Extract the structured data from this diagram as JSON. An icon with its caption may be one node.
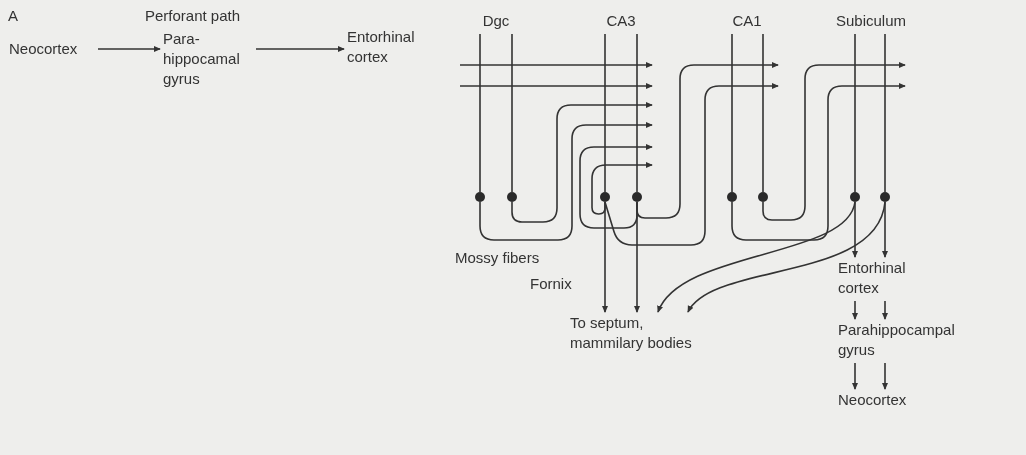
{
  "diagram": {
    "nodes": [
      {
        "text": [
          "Neocortex"
        ]
      },
      {
        "text": [
          "Para- hippocamal gyrus"
        ]
      },
      {
        "text": [
          "Entorhinal cortex"
        ]
      },
      {
        "text": [
          "Dgc"
        ]
      },
      {
        "text": [
          "CA3"
        ]
      },
      {
        "text": [
          "CA1"
        ]
      },
      {
        "text": [
          "Subiculum"
        ]
      },
      {
        "text": [],
        "shape": "circle"
      },
      {
        "text": [],
        "shape": "circle"
      },
      {
        "text": [],
        "shape": "circle"
      },
      {
        "text": [],
        "shape": "circle"
      },
      {
        "text": [],
        "shape": "circle"
      },
      {
        "text": [],
        "shape": "circle"
      },
      {
        "text": [],
        "shape": "circle"
      },
      {
        "text": [],
        "shape": "circle"
      },
      {
        "text": [
          "To septum, mammilary bodies"
        ]
      },
      {
        "text": [
          "Entorhinal cortex"
        ]
      },
      {
        "text": [
          "Parahippocampal gyrus"
        ]
      },
      {
        "text": [
          "Neocortex"
        ]
      }
    ],
    "edges": [
      {
        "from": 0,
        "to": 1,
        "arrow": "to"
      },
      {
        "from": 1,
        "to": 2,
        "arrow": "to"
      },
      {
        "from": 2,
        "to": null,
        "arrow": "to"
      },
      {
        "from": 2,
        "to": null,
        "arrow": "to"
      },
      {
        "from": 3,
        "to": 7,
        "arrow": "none"
      },
      {
        "from": 3,
        "to": 8,
        "arrow": "none"
      },
      {
        "from": 4,
        "to": 9,
        "arrow": "none"
      },
      {
        "from": 4,
        "to": 10,
        "arrow": "none"
      },
      {
        "from": 5,
        "to": 11,
        "arrow": "none"
      },
      {
        "from": 5,
        "to": 12,
        "arrow": "none"
      },
      {
        "from": 6,
        "to": 13,
        "arrow": "none"
      },
      {
        "from": 6,
        "to": 14,
        "arrow": "none"
      },
      {
        "from": 7,
        "to": null,
        "arrow": "to"
      },
      {
        "from": 8,
        "to": null,
        "arrow": "to"
      },
      {
        "from": 9,
        "to": null,
        "arrow": "to"
      },
      {
        "from": 10,
        "to": null,
        "arrow": "to"
      },
      {
        "from": 10,
        "to": null,
        "arrow": "to"
      },
      {
        "from": 9,
        "to": null,
        "arrow": "to"
      },
      {
        "from": 9,
        "to": 15,
        "arrow": "to"
      },
      {
        "from": 10,
        "to": 15,
        "arrow": "to"
      },
      {
        "from": 11,
        "to": null,
        "arrow": "to"
      },
      {
        "from": 12,
        "to": null,
        "arrow": "to"
      },
      {
        "from": 13,
        "to": 15,
        "arrow": "to"
      },
      {
        "from": 14,
        "to": 15,
        "arrow": "to"
      },
      {
        "from": 13,
        "to": 16,
        "arrow": "to"
      },
      {
        "from": 14,
        "to": 16,
        "arrow": "to"
      },
      {
        "from": 16,
        "to": 17,
        "arrow": "to"
      },
      {
        "from": 16,
        "to": 17,
        "arrow": "to"
      },
      {
        "from": 17,
        "to": 18,
        "arrow": "to"
      },
      {
        "from": 17,
        "to": 18,
        "arrow": "to"
      }
    ],
    "labels": [
      "A",
      "Perforant path",
      "Mossy fibers",
      "Fornix"
    ]
  }
}
